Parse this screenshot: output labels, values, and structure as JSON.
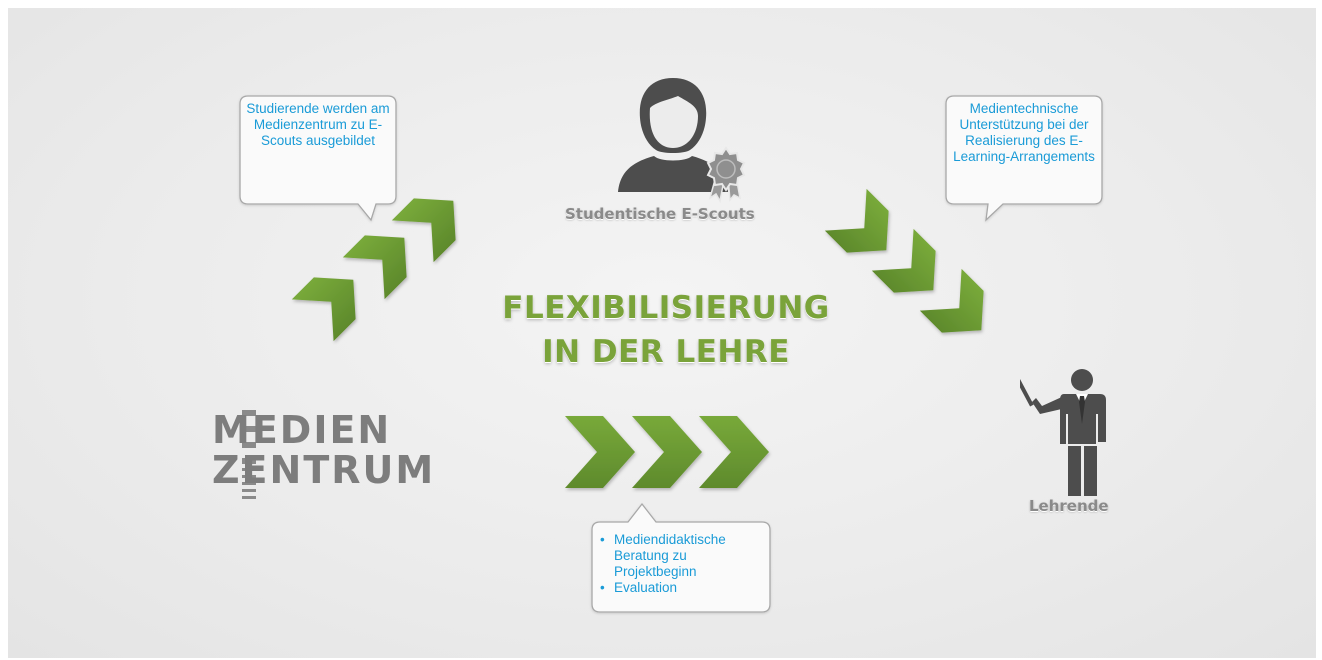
{
  "bubbles": {
    "left": "Studierende werden am Medienzentrum zu E-Scouts ausgebildet",
    "right": "Medientechnische Unterstützung bei der Realisierung des E-Learning-Arrangements",
    "bottom": [
      "Mediendidaktische Beratung zu Projektbeginn",
      "Evaluation"
    ]
  },
  "labels": {
    "student": "Studentische E-Scouts",
    "teacher": "Lehrende"
  },
  "title": {
    "line1": "FLEXIBILISIERUNG",
    "line2": "IN DER LEHRE"
  },
  "logo": {
    "line1": "MEDIEN",
    "line2": "ZENTRUM"
  },
  "colors": {
    "accent_green": "#6b9a33",
    "text_blue": "#1a9bd7",
    "figure_gray": "#555555",
    "label_gray": "#8a8a8a"
  }
}
